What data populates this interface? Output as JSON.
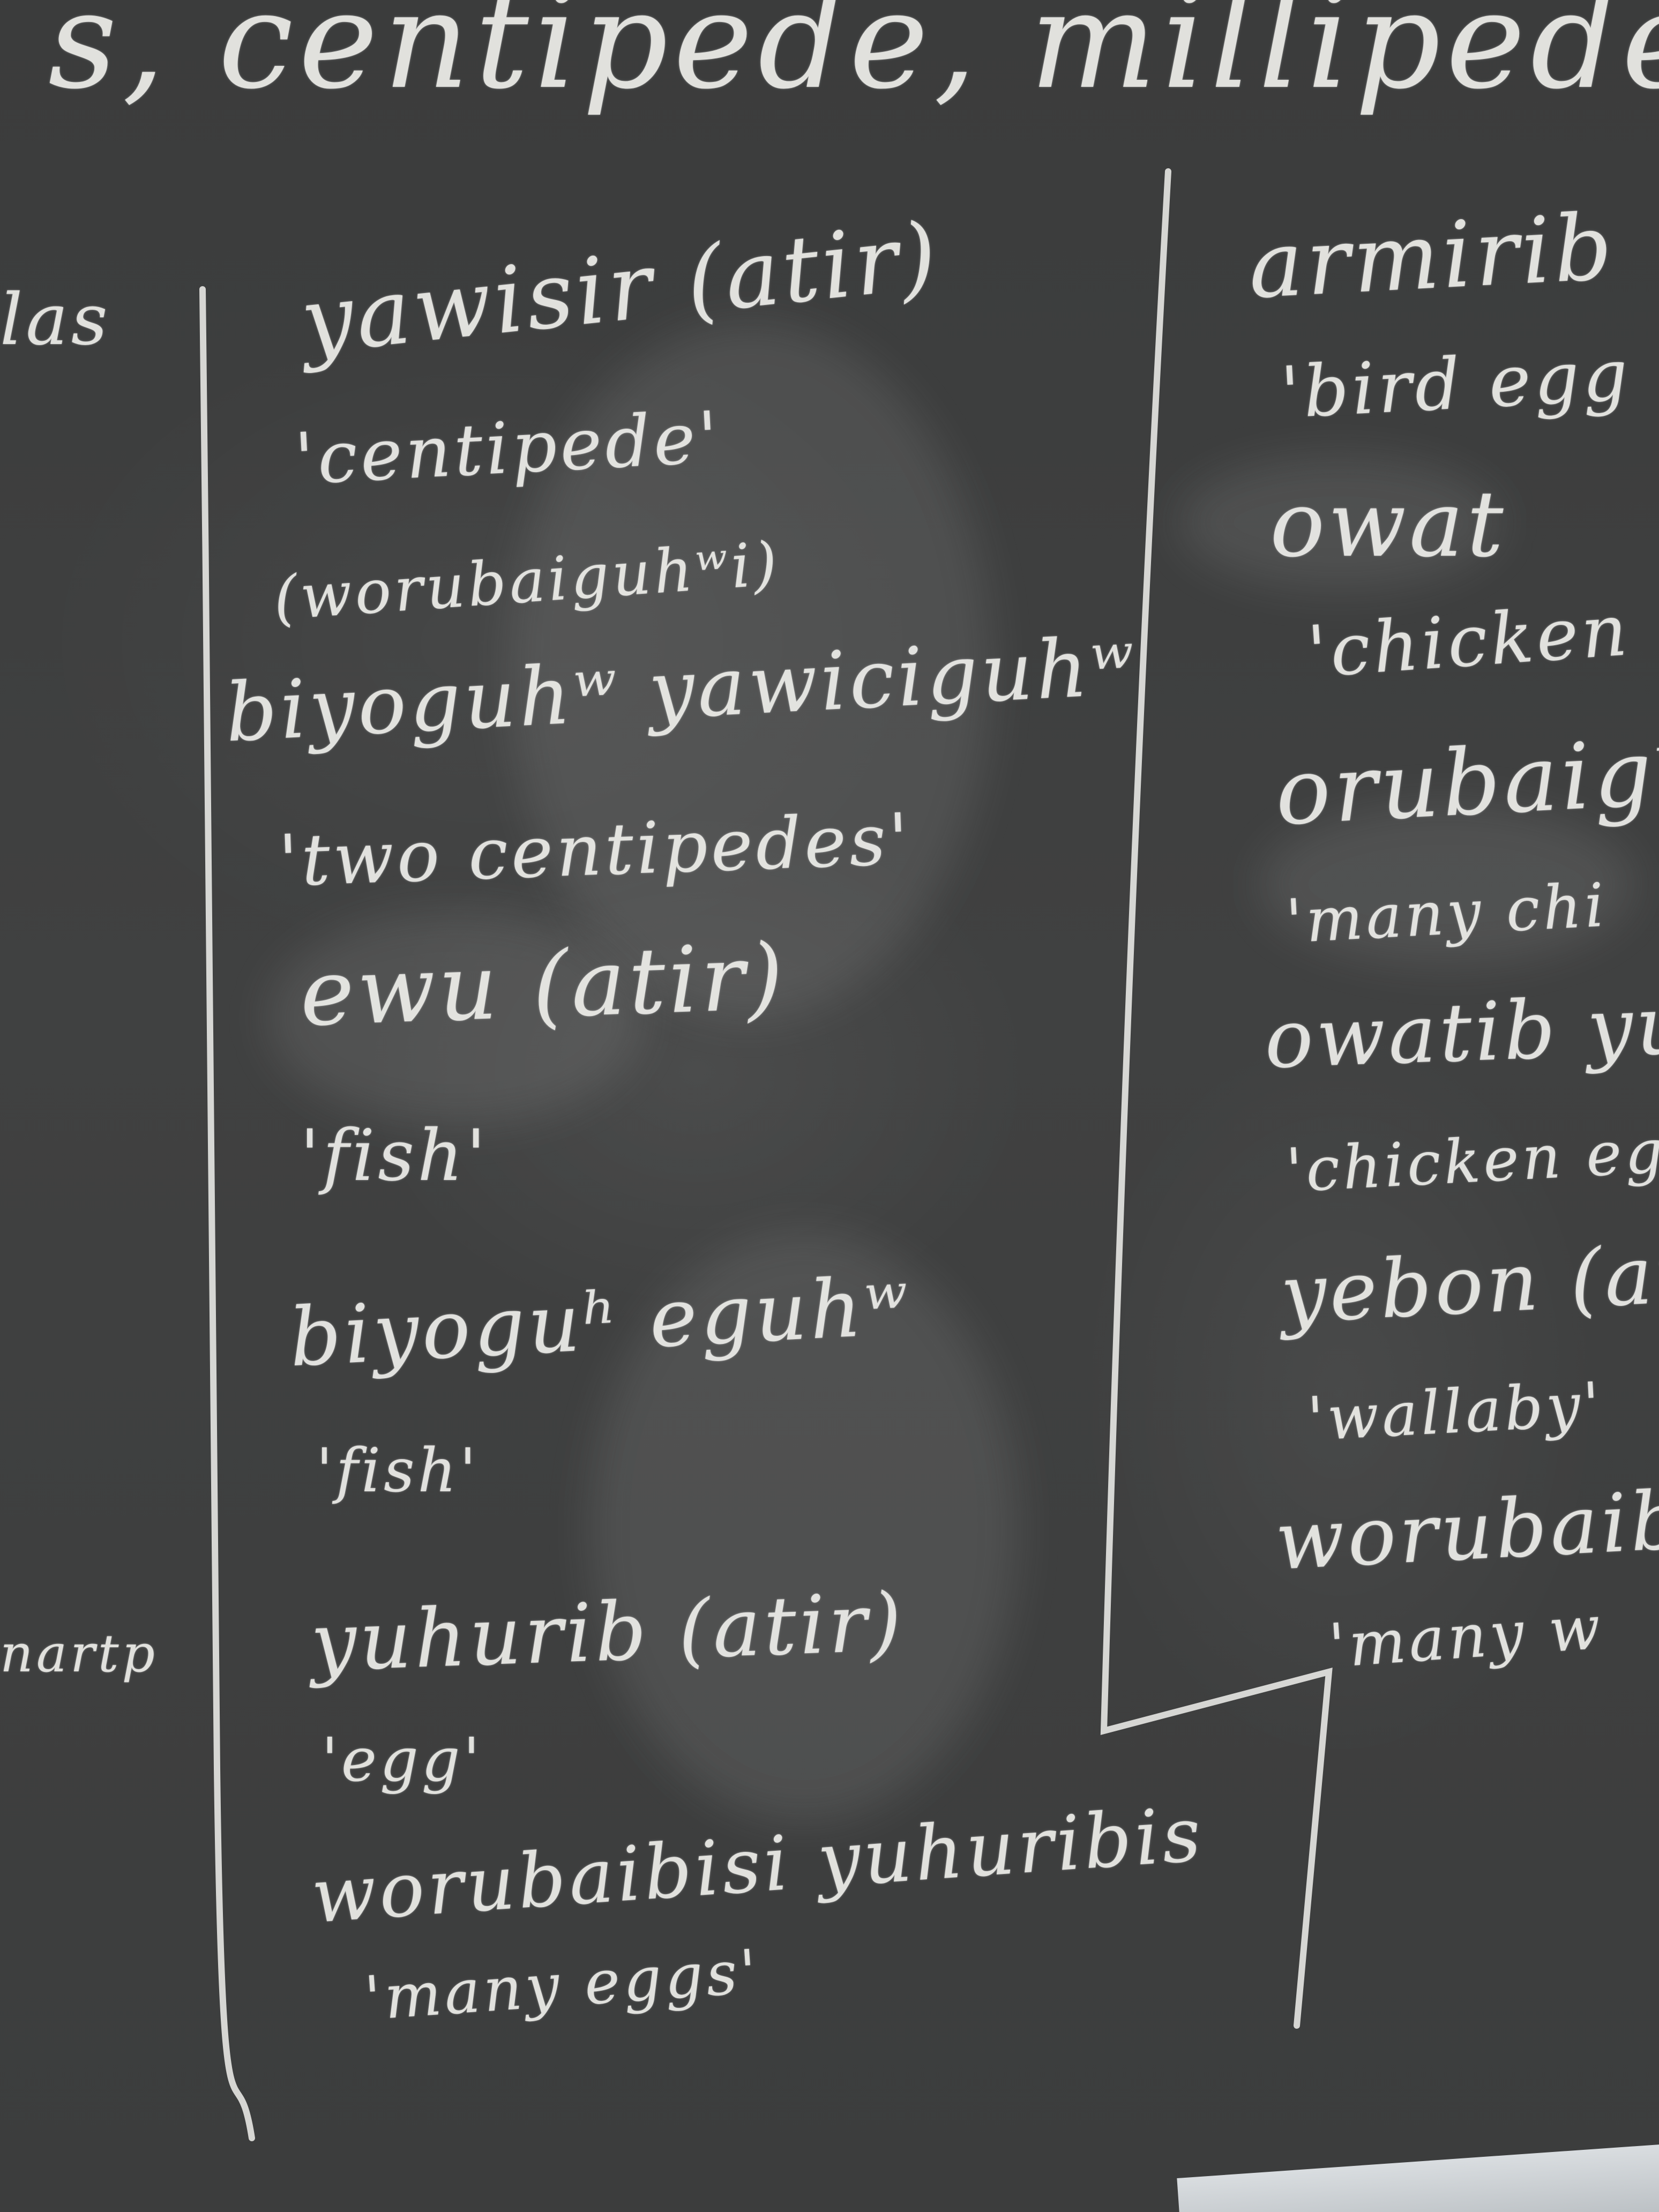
{
  "header": {
    "text": "s, centipede, millipede"
  },
  "left_column": {
    "fragment_top": "las",
    "fragment_bottom": "nartp"
  },
  "middle_column": {
    "entries": [
      {
        "word": "yawisir (atir)",
        "gloss": "'centipede'",
        "note": "(worubaiguhʷi)"
      },
      {
        "word": "biyoguhʷ yawiciguhʷ",
        "gloss": "'two centipedes'"
      },
      {
        "word": "ewu (atir)",
        "gloss": "'fish'"
      },
      {
        "word": "biyoguʰ eguhʷ",
        "gloss": "'fish'"
      },
      {
        "word": "yuhurib (atir)",
        "gloss": "'egg'"
      },
      {
        "word": "worubaibisi yuhuribis",
        "gloss": "'many eggs'"
      }
    ]
  },
  "right_column": {
    "entries": [
      {
        "word": "armirib",
        "gloss": "'bird egg"
      },
      {
        "word": "owat",
        "gloss": "'chicken"
      },
      {
        "word": "orubaigʷ",
        "gloss": "'many chi"
      },
      {
        "word": "owatib yu",
        "gloss": "'chicken egg"
      },
      {
        "word": "yebon (at",
        "gloss": "'wallaby'"
      },
      {
        "word": "worubaib",
        "gloss": "'many w"
      }
    ]
  },
  "colors": {
    "board": "#3a3b3b",
    "chalk": "#eeeeea"
  }
}
